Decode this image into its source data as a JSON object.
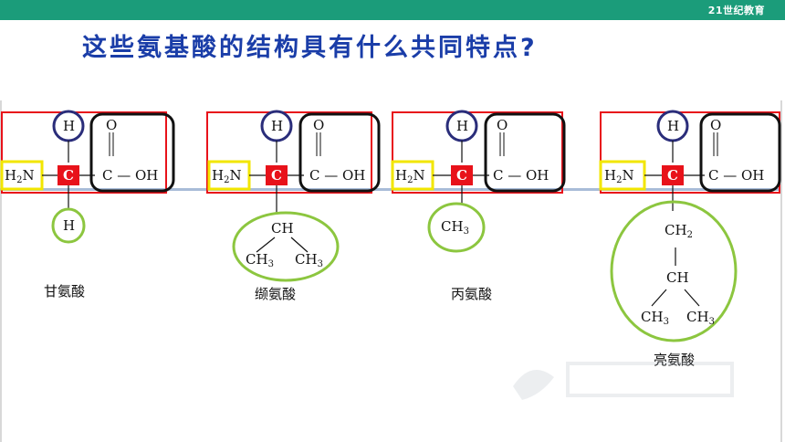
{
  "slide": {
    "title": "这些氨基酸的结构具有什么共同特点?",
    "logo_text": "21世纪教育"
  },
  "common": {
    "h": "H",
    "c": "C",
    "o": "O",
    "oh": "C — OH",
    "amino_main": "H",
    "amino_sub": "2",
    "amino_tail": "N"
  },
  "molecules": [
    {
      "name": "甘氨酸",
      "r_group": "H"
    },
    {
      "name": "缬氨酸",
      "r_top": "CH",
      "r_left_main": "CH",
      "r_left_sub": "3",
      "r_right_main": "CH",
      "r_right_sub": "3"
    },
    {
      "name": "丙氨酸",
      "r_main": "CH",
      "r_sub": "3"
    },
    {
      "name": "亮氨酸",
      "r1_main": "CH",
      "r1_sub": "2",
      "r2": "CH",
      "r_left_main": "CH",
      "r_left_sub": "3",
      "r_right_main": "CH",
      "r_right_sub": "3"
    }
  ],
  "colors": {
    "red_box": "#e8121a",
    "title_blue": "#1a3da8",
    "h_circle": "#2a2d7a",
    "cooh_box": "#111111",
    "amino_box": "#f2e600",
    "r_circle": "#8cc63f",
    "top_bar": "#1b9c7a"
  }
}
